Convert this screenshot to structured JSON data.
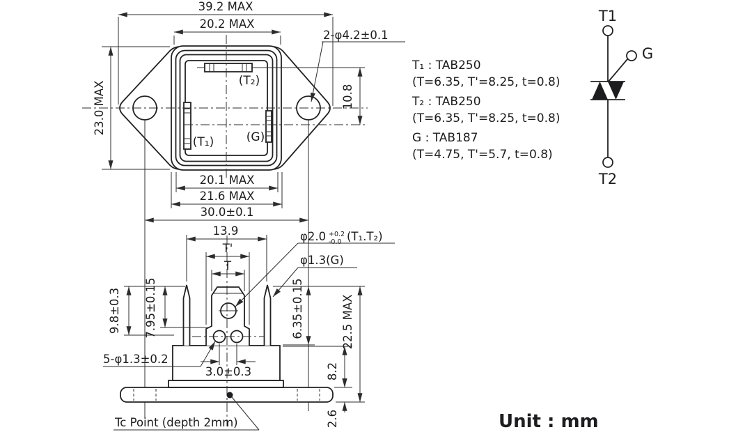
{
  "unit_label": "Unit : mm",
  "top_view": {
    "labels": {
      "t2": "(T₂)",
      "t1": "(T₁)",
      "g": "(G)"
    },
    "dims": {
      "overall_width": "39.2 MAX",
      "cap_width_top": "20.2 MAX",
      "mounting_holes": "2-φ4.2±0.1",
      "overall_height": "23.0 MAX",
      "terminal_row_offset": "10.8",
      "cap_width_bottom": "20.1 MAX",
      "cap_base_width": "21.6 MAX",
      "hole_spacing": "30.0±0.1"
    }
  },
  "side_view": {
    "dims": {
      "pin_span": "13.9",
      "t_prime": "T'",
      "t": "T",
      "tab_hole_dia": "φ2.0",
      "tab_hole_tol_plus": "+0.2",
      "tab_hole_tol_minus": "-0.0",
      "tab_hole_ref": "(T₁.T₂)",
      "gate_pin_dia": "φ1.3(G)",
      "outer_pin_length": "9.8±0.3",
      "tab_length": "7.95±0.15",
      "right_pin_length": "6.35±0.15",
      "overall_height": "22.5 MAX",
      "body_height": "8.2",
      "flange_thickness": "2.6",
      "small_holes": "5-φ1.3±0.2",
      "small_hole_spacing": "3.0±0.3",
      "tc_point": "Tc Point  (depth 2mm)"
    }
  },
  "terminal_specs": {
    "t1_name": "T₁ : TAB250",
    "t1_detail": "(T=6.35, T'=8.25, t=0.8)",
    "t2_name": "T₂ : TAB250",
    "t2_detail": "(T=6.35, T'=8.25, t=0.8)",
    "g_name": "G : TAB187",
    "g_detail": "(T=4.75, T'=5.7, t=0.8)"
  },
  "schematic": {
    "t1": "T1",
    "g": "G",
    "t2": "T2"
  }
}
